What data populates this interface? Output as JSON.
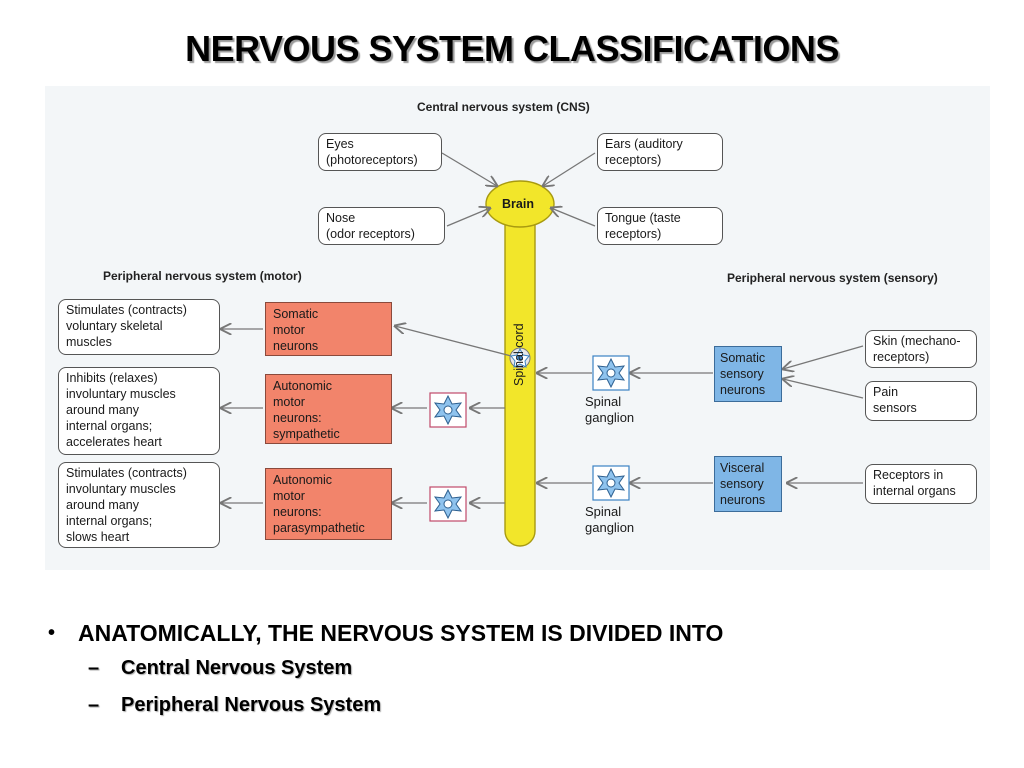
{
  "title": "NERVOUS SYSTEM CLASSIFICATIONS",
  "diagram": {
    "cns_heading": "Central nervous system (CNS)",
    "pns_motor_heading": "Peripheral nervous system (motor)",
    "pns_sensory_heading": "Peripheral nervous system (sensory)",
    "brain": "Brain",
    "spinal_cord": "Spinal cord",
    "receptors": {
      "eyes": "Eyes\n(photoreceptors)",
      "ears": "Ears (auditory\nreceptors)",
      "nose": "Nose\n(odor receptors)",
      "tongue": "Tongue (taste\nreceptors)",
      "skin": "Skin (mechano-\nreceptors)",
      "pain": "Pain\nsensors",
      "internal": "Receptors in\ninternal organs"
    },
    "effectors": {
      "skeletal": "Stimulates (contracts)\nvoluntary skeletal\nmuscles",
      "sympathetic_effect": "Inhibits (relaxes)\ninvoluntary muscles\naround many\ninternal organs;\naccelerates heart",
      "parasympathetic_effect": "Stimulates (contracts)\ninvoluntary muscles\naround many\ninternal organs;\nslows heart"
    },
    "motor": {
      "somatic": "Somatic\nmotor\nneurons",
      "sympathetic": "Autonomic\nmotor\nneurons:\nsympathetic",
      "parasympathetic": "Autonomic\nmotor\nneurons:\nparasympathetic"
    },
    "sensory": {
      "somatic": "Somatic\nsensory\nneurons",
      "visceral": "Visceral\nsensory\nneurons"
    },
    "ganglion_1": "Spinal\nganglion",
    "ganglion_2": "Spinal\nganglion"
  },
  "bullets": {
    "main": "ANATOMICALLY, THE NERVOUS SYSTEM IS DIVIDED INTO",
    "marker": "•",
    "dash": "–",
    "sub": [
      "Central Nervous System",
      "Peripheral Nervous System"
    ]
  },
  "colors": {
    "spinal_cord": "#f2e62a",
    "motor_box": "#f2846b",
    "sensory_box": "#7fb6e6",
    "neuron_icon": "#3b82c4"
  }
}
